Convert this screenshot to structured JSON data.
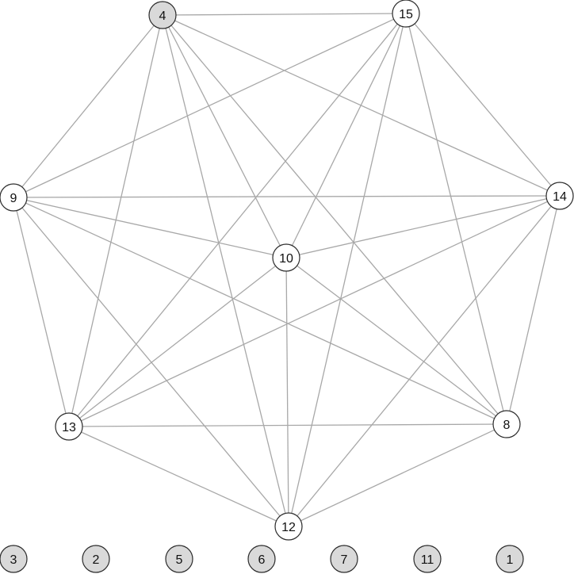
{
  "graph": {
    "node_colors": {
      "white": "#ffffff",
      "gray": "#d9d9d9"
    },
    "nodes": [
      {
        "id": "4",
        "label": "4",
        "fill": "gray"
      },
      {
        "id": "15",
        "label": "15",
        "fill": "white"
      },
      {
        "id": "9",
        "label": "9",
        "fill": "white"
      },
      {
        "id": "14",
        "label": "14",
        "fill": "white"
      },
      {
        "id": "10",
        "label": "10",
        "fill": "white"
      },
      {
        "id": "13",
        "label": "13",
        "fill": "white"
      },
      {
        "id": "8",
        "label": "8",
        "fill": "white"
      },
      {
        "id": "12",
        "label": "12",
        "fill": "white"
      },
      {
        "id": "3",
        "label": "3",
        "fill": "gray"
      },
      {
        "id": "2",
        "label": "2",
        "fill": "gray"
      },
      {
        "id": "5",
        "label": "5",
        "fill": "gray"
      },
      {
        "id": "6",
        "label": "6",
        "fill": "gray"
      },
      {
        "id": "7",
        "label": "7",
        "fill": "gray"
      },
      {
        "id": "11",
        "label": "11",
        "fill": "gray"
      },
      {
        "id": "1",
        "label": "1",
        "fill": "gray"
      }
    ],
    "edges": [
      [
        "4",
        "15"
      ],
      [
        "4",
        "9"
      ],
      [
        "4",
        "14"
      ],
      [
        "4",
        "10"
      ],
      [
        "4",
        "13"
      ],
      [
        "4",
        "8"
      ],
      [
        "4",
        "12"
      ],
      [
        "15",
        "9"
      ],
      [
        "15",
        "14"
      ],
      [
        "15",
        "10"
      ],
      [
        "15",
        "13"
      ],
      [
        "15",
        "8"
      ],
      [
        "15",
        "12"
      ],
      [
        "9",
        "14"
      ],
      [
        "9",
        "10"
      ],
      [
        "9",
        "13"
      ],
      [
        "9",
        "8"
      ],
      [
        "9",
        "12"
      ],
      [
        "14",
        "10"
      ],
      [
        "14",
        "13"
      ],
      [
        "14",
        "8"
      ],
      [
        "14",
        "12"
      ],
      [
        "10",
        "13"
      ],
      [
        "10",
        "8"
      ],
      [
        "10",
        "12"
      ],
      [
        "13",
        "8"
      ],
      [
        "13",
        "12"
      ],
      [
        "8",
        "12"
      ]
    ]
  }
}
